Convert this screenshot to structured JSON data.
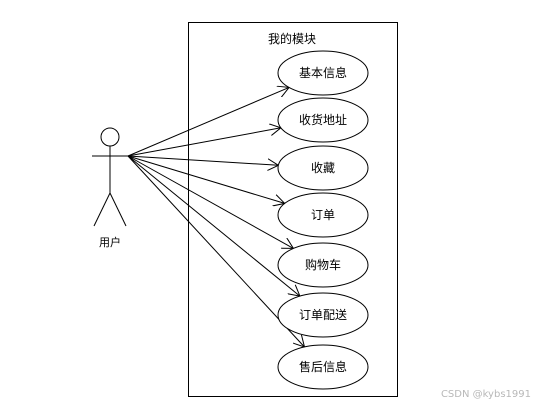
{
  "diagram": {
    "type": "uml-use-case",
    "system_boundary": {
      "title": "我的模块"
    },
    "actor": {
      "label": "用户"
    },
    "use_cases": [
      {
        "id": "basic-info",
        "label": "基本信息"
      },
      {
        "id": "shipping-address",
        "label": "收货地址"
      },
      {
        "id": "favorites",
        "label": "收藏"
      },
      {
        "id": "orders",
        "label": "订单"
      },
      {
        "id": "shopping-cart",
        "label": "购物车"
      },
      {
        "id": "order-delivery",
        "label": "订单配送"
      },
      {
        "id": "after-sales-info",
        "label": "售后信息"
      }
    ],
    "line_color": "#000000",
    "background_color": "#ffffff"
  },
  "watermark": {
    "text": "CSDN @kybs1991",
    "color": "#b8b8b8"
  }
}
